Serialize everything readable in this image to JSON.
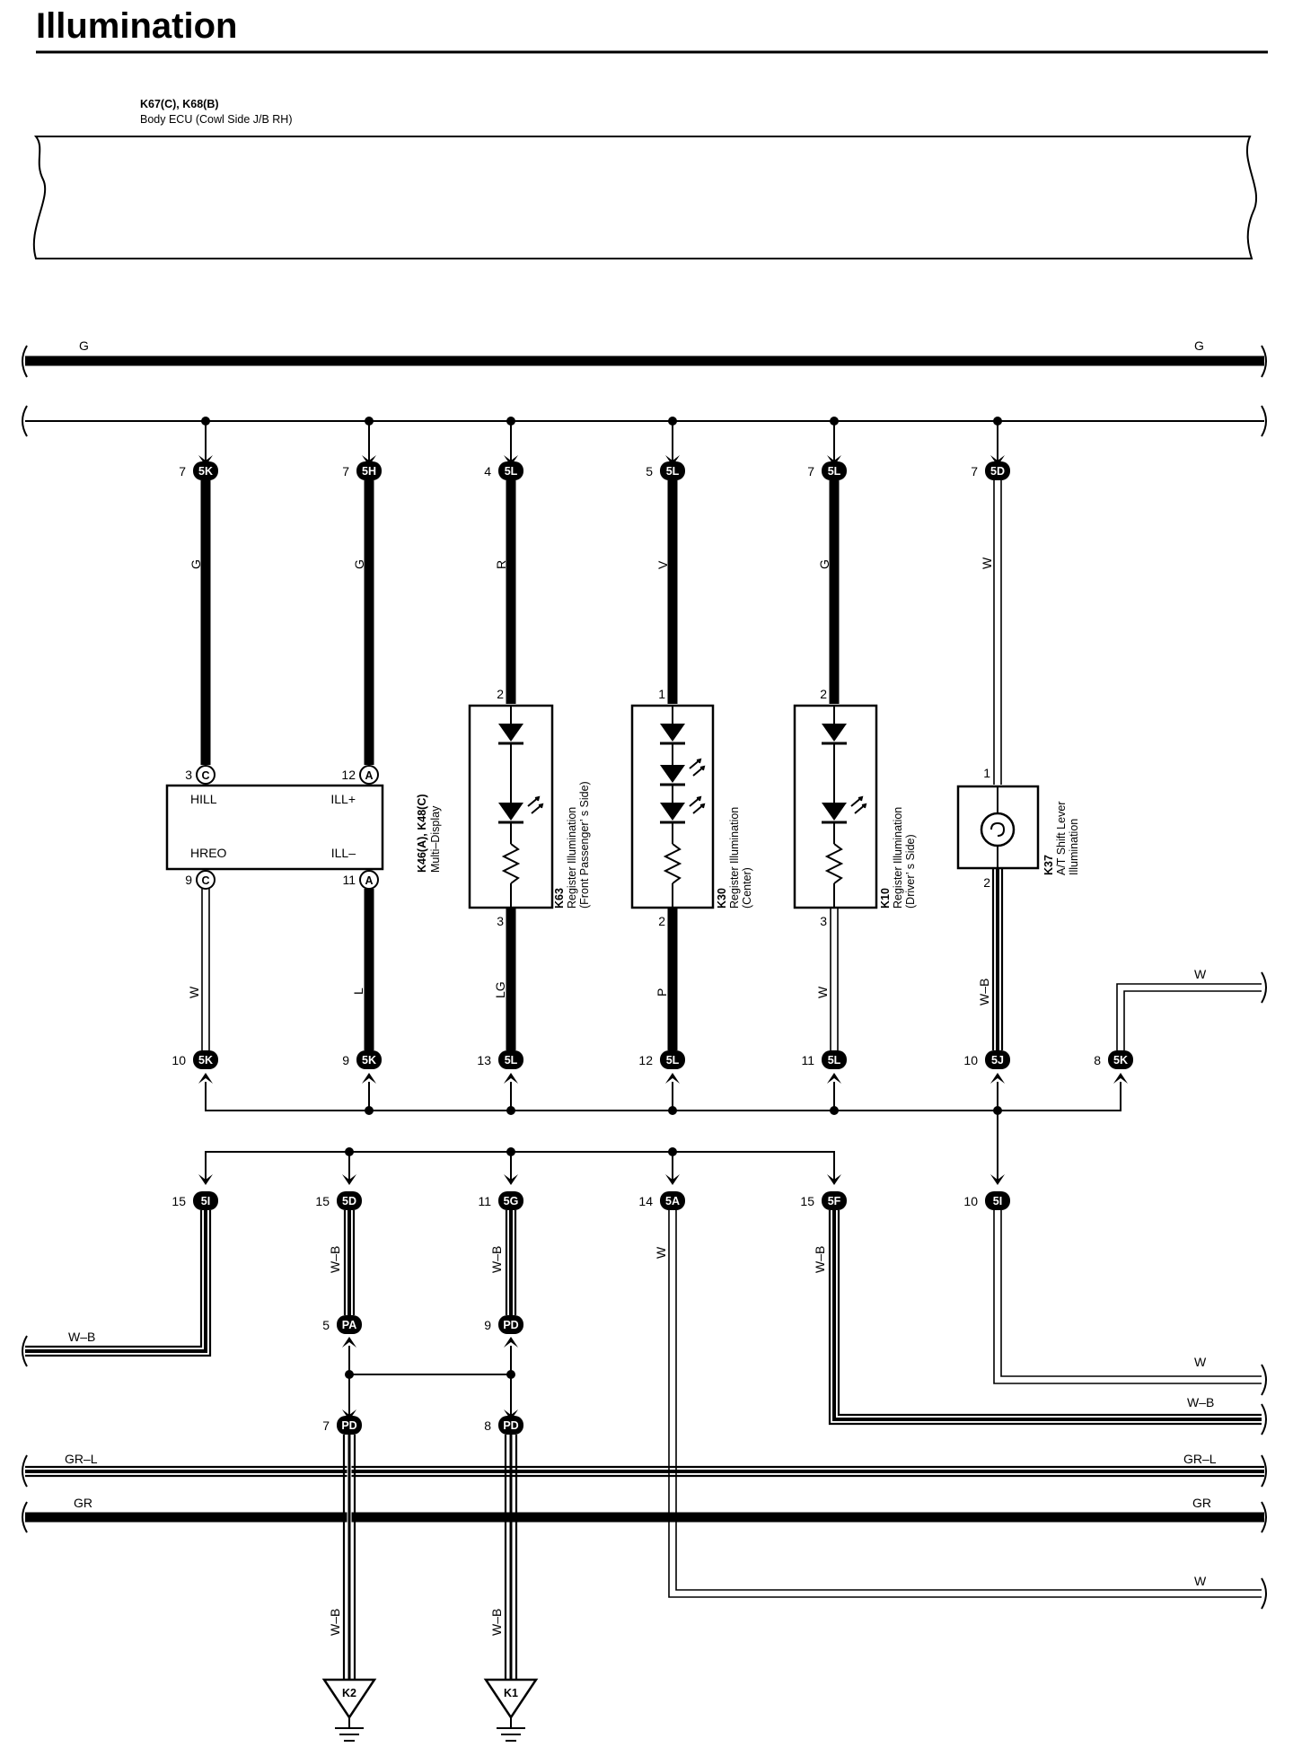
{
  "title": "Illumination",
  "ecu": {
    "code": "K67(C), K68(B)",
    "name": "Body ECU (Cowl Side J/B RH)"
  },
  "buses": {
    "g_left": "G",
    "g_right": "G",
    "grl_left": "GR–L",
    "grl_right": "GR–L",
    "gr_left": "GR",
    "gr_right": "GR"
  },
  "top_pins": [
    {
      "num": "7",
      "conn": "5K"
    },
    {
      "num": "7",
      "conn": "5H"
    },
    {
      "num": "4",
      "conn": "5L"
    },
    {
      "num": "5",
      "conn": "5L"
    },
    {
      "num": "7",
      "conn": "5L"
    },
    {
      "num": "7",
      "conn": "5D"
    }
  ],
  "upper_wires": [
    "G",
    "G",
    "R",
    "V",
    "G",
    "W"
  ],
  "lower_wires": [
    "W",
    "L",
    "LG",
    "P",
    "W",
    "W–B"
  ],
  "bot_pins": [
    {
      "num": "10",
      "conn": "5K"
    },
    {
      "num": "9",
      "conn": "5K"
    },
    {
      "num": "13",
      "conn": "5L"
    },
    {
      "num": "12",
      "conn": "5L"
    },
    {
      "num": "11",
      "conn": "5L"
    },
    {
      "num": "10",
      "conn": "5J"
    },
    {
      "num": "8",
      "conn": "5K"
    }
  ],
  "w_right_top": "W",
  "multi_display": {
    "code": "K46(A), K48(C)",
    "name": "Multi–Display",
    "pin_c3": "3",
    "conn_c3": "C",
    "pin_a12": "12",
    "conn_a12": "A",
    "pin_c9": "9",
    "conn_c9": "C",
    "pin_a11": "11",
    "conn_a11": "A",
    "hill": "HILL",
    "illp": "ILL+",
    "hreo": "HREO",
    "illm": "ILL–"
  },
  "k63": {
    "code": "K63",
    "line1": "Register Illumination",
    "line2": "(Front Passenger’ s Side)",
    "pin_top": "2",
    "pin_bot": "3"
  },
  "k30": {
    "code": "K30",
    "line1": "Register Illumination",
    "line2": "(Center)",
    "pin_top": "1",
    "pin_bot": "2"
  },
  "k10": {
    "code": "K10",
    "line1": "Register Illumination",
    "line2": "(Driver’ s Side)",
    "pin_top": "2",
    "pin_bot": "3"
  },
  "k37": {
    "code": "K37",
    "line1": "A/T Shift Lever",
    "line2": "Illumination",
    "pin_top": "1",
    "pin_bot": "2"
  },
  "row3_pins": [
    {
      "num": "15",
      "conn": "5I"
    },
    {
      "num": "15",
      "conn": "5D"
    },
    {
      "num": "11",
      "conn": "5G"
    },
    {
      "num": "14",
      "conn": "5A"
    },
    {
      "num": "15",
      "conn": "5F"
    },
    {
      "num": "10",
      "conn": "5I"
    }
  ],
  "lower_left": {
    "wire": "W–B"
  },
  "row3_wires": [
    "W–B",
    "W–B",
    "W",
    "W–B"
  ],
  "mid_pins": [
    {
      "num": "5",
      "conn": "PA"
    },
    {
      "num": "9",
      "conn": "PD"
    }
  ],
  "pd_pins": [
    {
      "num": "7",
      "conn": "PD"
    },
    {
      "num": "8",
      "conn": "PD"
    }
  ],
  "right_wires": {
    "w1": "W",
    "wb": "W–B",
    "w2": "W"
  },
  "grounds": [
    {
      "wire": "W–B",
      "code": "K2"
    },
    {
      "wire": "W–B",
      "code": "K1"
    }
  ]
}
